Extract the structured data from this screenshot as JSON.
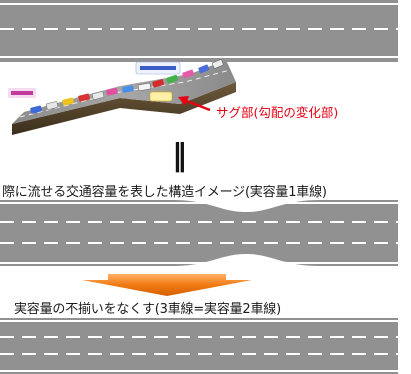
{
  "sag_label": "サグ部(勾配の変化部)",
  "equals_symbol": "‖",
  "caption_capacity": "際に流せる交通容量を表した構造イメージ(実容量1車線)",
  "caption_goal": "実容量の不揃いをなくす(3車線=実容量2車線)",
  "colors": {
    "road": "#919191",
    "lane_line": "#ffffff",
    "arrow_fill": "#f07a13",
    "sag_text": "#e60012"
  },
  "icons": [
    "down-arrow-icon",
    "red-pointer-arrow-icon"
  ]
}
